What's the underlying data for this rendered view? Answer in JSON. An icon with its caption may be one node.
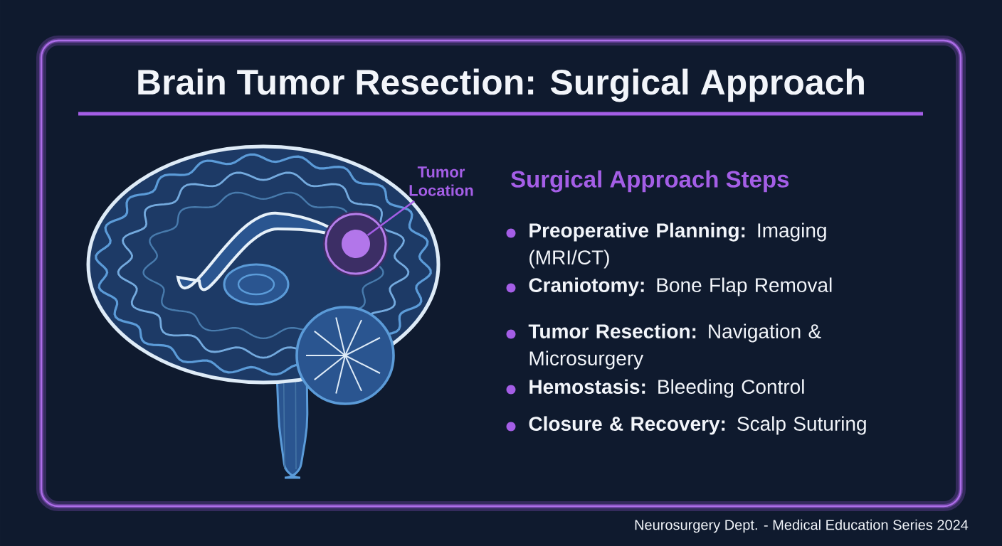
{
  "diagram": {
    "title": "Brain Tumor Resection: Surgical Approach",
    "nodes": [
      {
        "text": [
          "Tumor Location"
        ]
      },
      {
        "text": [],
        "shape": "circle"
      }
    ],
    "edges": [
      {
        "from": 0,
        "to": 1,
        "arrow": "none"
      }
    ],
    "labels": [
      "Surgical Approach Steps",
      "**Preoperative Planning:** Imaging (MRI/CT)",
      "**Craniotomy:** Bone Flap Removal",
      "**Tumor Resection:** Navigation & Microsurgery",
      "**Hemostasis:** Bleeding Control",
      "**Closure & Recovery:** Scalp Suturing"
    ],
    "caption": "Neurosurgery Dept. - Medical Education Series 2024"
  }
}
